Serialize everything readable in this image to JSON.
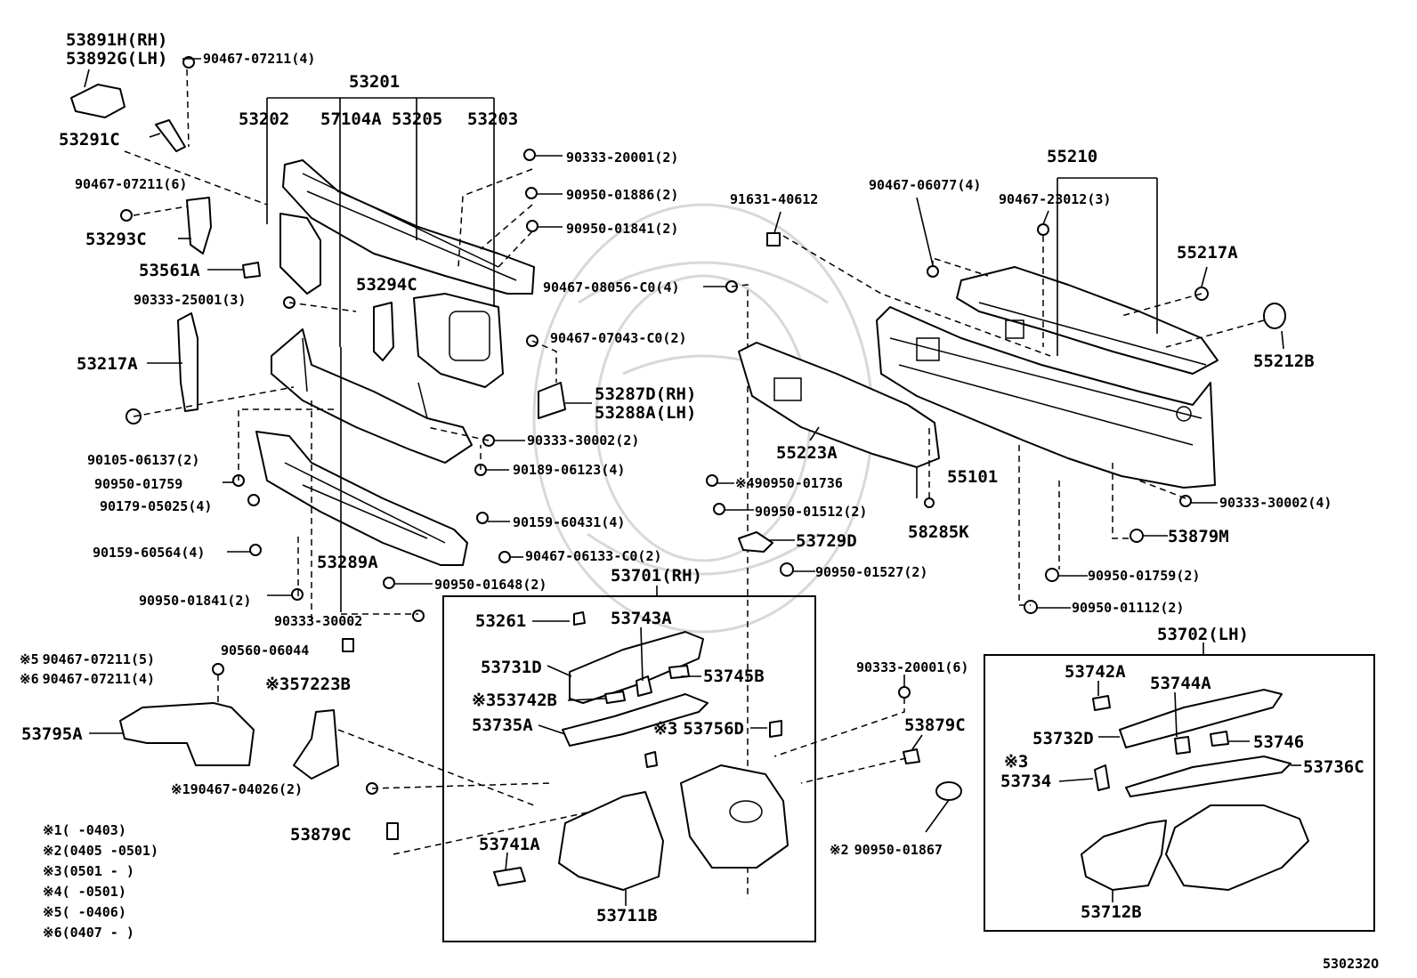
{
  "diagram_code": "530232O",
  "labels": {
    "p53891H": "53891H(RH)",
    "p53892G": "53892G(LH)",
    "f90467_07211_4a": "90467-07211(4)",
    "p53201": "53201",
    "p53202": "53202",
    "p57104A": "57104A",
    "p53205": "53205",
    "p53203": "53203",
    "p53291C": "53291C",
    "f90467_07211_6": "90467-07211(6)",
    "p53293C": "53293C",
    "p53561A": "53561A",
    "f90333_25001": "90333-25001(3)",
    "p53294C": "53294C",
    "p53217A": "53217A",
    "f90105_06137": "90105-06137(2)",
    "f90950_01759a": "90950-01759",
    "f90179_05025": "90179-05025(4)",
    "f90159_60564": "90159-60564(4)",
    "f90950_01841a": "90950-01841(2)",
    "p53289A": "53289A",
    "f90333_30002a": "90333-30002",
    "f90560_06044": "90560-06044",
    "f90333_20001_2": "90333-20001(2)",
    "f90950_01886": "90950-01886(2)",
    "f90950_01841b": "90950-01841(2)",
    "f90467_08056": "90467-08056-C0(4)",
    "f90467_07043": "90467-07043-C0(2)",
    "p53287D": "53287D(RH)",
    "p53288A": "53288A(LH)",
    "f90333_30002b": "90333-30002(2)",
    "f90189_06123": "90189-06123(4)",
    "f90159_60431": "90159-60431(4)",
    "f90467_06133": "90467-06133-C0(2)",
    "f90950_01648": "90950-01648(2)",
    "p53701": "53701(RH)",
    "f91631_40612": "91631-40612",
    "f90467_06077": "90467-06077(4)",
    "p55210": "55210",
    "f90467_23012": "90467-23012(3)",
    "p55217A": "55217A",
    "p55212B": "55212B",
    "p55223A": "55223A",
    "p55101": "55101",
    "f90950_01736": "90950-01736",
    "f90950_01512": "90950-01512(2)",
    "p58285K": "58285K",
    "p53729D": "53729D",
    "f90950_01527": "90950-01527(2)",
    "f90333_30002c": "90333-30002(4)",
    "p53879M": "53879M",
    "f90950_01759b": "90950-01759(2)",
    "f90950_01112": "90950-01112(2)",
    "p53261": "53261",
    "p53743A": "53743A",
    "p53731D": "53731D",
    "p53745B": "53745B",
    "p53742B": "53742B",
    "p53735A": "53735A",
    "p53756D": "53756D",
    "p53741A": "53741A",
    "p53711B": "53711B",
    "p53702": "53702(LH)",
    "f90333_20001_6": "90333-20001(6)",
    "p53742A": "53742A",
    "p53744A": "53744A",
    "p53732D": "53732D",
    "p53746": "53746",
    "p53736C": "53736C",
    "p53734": "53734",
    "p53712B": "53712B",
    "p53879C_r": "53879C",
    "f90950_01867": "90950-01867",
    "f90467_07211_5": "90467-07211(5)",
    "f90467_07211_4b": "90467-07211(4)",
    "p57223B": "57223B",
    "p53795A": "53795A",
    "f90467_04026": "90467-04026(2)",
    "p53879C_l": "53879C"
  },
  "marks": {
    "m1": "※1",
    "m2": "※2",
    "m3": "※3",
    "m4": "※4",
    "m5": "※5",
    "m6": "※6"
  },
  "notes": [
    {
      "mark": "※1",
      "range": "(      -0403)"
    },
    {
      "mark": "※2",
      "range": "(0405 -0501)"
    },
    {
      "mark": "※3",
      "range": "(0501 -      )"
    },
    {
      "mark": "※4",
      "range": "(      -0501)"
    },
    {
      "mark": "※5",
      "range": "(      -0406)"
    },
    {
      "mark": "※6",
      "range": "(0407 -      )"
    }
  ]
}
